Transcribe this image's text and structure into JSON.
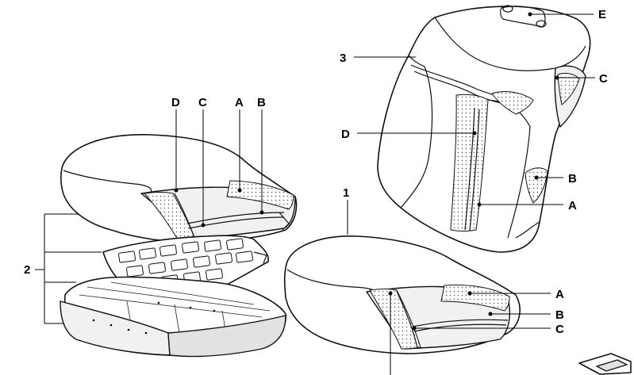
{
  "labels": {
    "l1": "1",
    "l2": "2",
    "l3": "3",
    "cushion_d": "D",
    "cushion_c": "C",
    "cushion_a": "A",
    "cushion_b": "B",
    "back_e": "E",
    "back_c": "C",
    "back_d": "D",
    "back_b": "B",
    "back_a": "A",
    "seat_a": "A",
    "seat_b": "B",
    "seat_c": "C"
  },
  "colors": {
    "line": "#111111",
    "background": "#ffffff",
    "shade": "#f1f1f1"
  }
}
